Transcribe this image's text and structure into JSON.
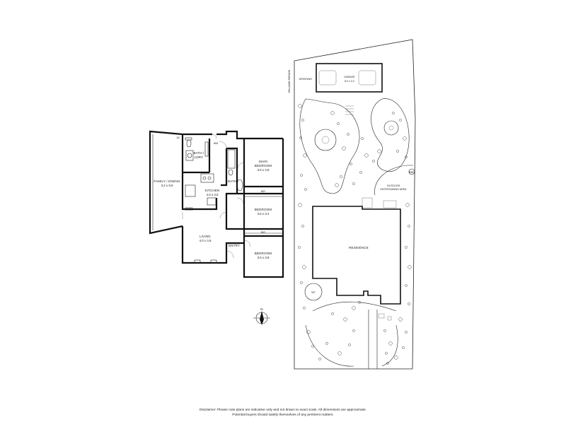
{
  "rooms": {
    "family_dining": {
      "name": "FAMILY / DINING",
      "dim": "3.2 x 9.8"
    },
    "bath_ldry": {
      "name_line1": "BATH /",
      "name_line2": "LDRY"
    },
    "kitchen": {
      "name": "KITCHEN",
      "dim": "4.0 x 3.6"
    },
    "bath": {
      "name": "BATH"
    },
    "main_bedroom": {
      "name_line1": "MAIN",
      "name_line2": "BEDROOM",
      "dim": "3.5 x 4.8"
    },
    "bedroom_2": {
      "name": "BEDROOM",
      "dim": "3.5 x 3.2"
    },
    "bedroom_3": {
      "name": "BEDROOM",
      "dim": "3.5 x 3.8"
    },
    "living": {
      "name": "LIVING",
      "dim": "4.0 x 4.6"
    },
    "entry": {
      "name": "ENTRY"
    },
    "robe_1": "BIR",
    "robe_2": "BIR",
    "ac": "AC",
    "wm": "WM"
  },
  "site": {
    "driveway": "DRIVEWAY",
    "garage": {
      "name": "GARAGE",
      "dim": "6.0 x 3.2"
    },
    "street": "WILLIAMS PARADE",
    "outdoor_line1": "OUTDOOR",
    "outdoor_line2": "ENTERTAINING AREA",
    "residence": "RESIDENCE",
    "bbq": "BBQ",
    "wt": "WT"
  },
  "compass": {
    "north": "N"
  },
  "disclaimer": {
    "line1": "Disclaimer: Please note plans are indicative only and not drawn to exact scale. All dimensions are approximate.",
    "line2": "Potential buyers should satisfy themselves of any pertinent matters."
  }
}
